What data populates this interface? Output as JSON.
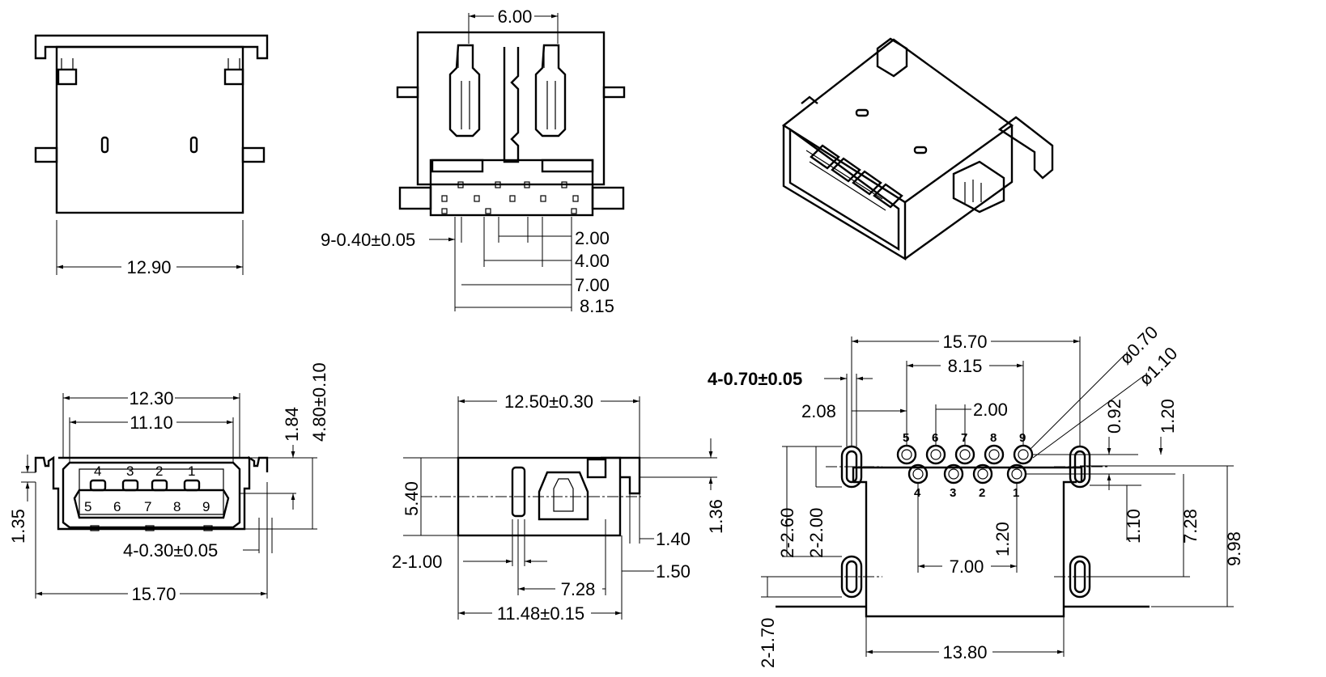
{
  "side_view": {
    "width": "12.90"
  },
  "rear_view": {
    "pin_width": "9-0.40±0.05",
    "top_pitch": "6.00",
    "d1": "2.00",
    "d2": "4.00",
    "d3": "7.00",
    "d4": "8.15"
  },
  "front_view": {
    "opening_outer": "12.30",
    "opening_inner": "11.10",
    "height_a": "1.84",
    "height_b": "4.80±0.10",
    "left_offset": "1.35",
    "contact_width": "4-0.30±0.05",
    "overall_width": "15.70",
    "pins_top": [
      "4",
      "3",
      "2",
      "1"
    ],
    "pins_bottom": [
      "5",
      "6",
      "7",
      "8",
      "9"
    ]
  },
  "top_view": {
    "body_length": "12.50±0.30",
    "height": "5.40",
    "tab_height": "1.36",
    "tab_width": "1.40",
    "slot_width": "2-1.00",
    "post_offset": "7.28",
    "post_to_edge": "1.50",
    "overall": "11.48±0.15"
  },
  "pcb_layout": {
    "overall_width": "15.70",
    "pin_span": "8.15",
    "peg_holes": "4-0.70±0.05",
    "offset_a": "2.08",
    "pitch": "2.00",
    "dia_small": "ø0.70",
    "dia_large": "ø1.10",
    "row_gap": "0.92",
    "v_a": "1.20",
    "slot_a": "2-2.60",
    "slot_b": "2-2.00",
    "v_b": "1.20",
    "v_c": "1.10",
    "v_d": "7.28",
    "v_e": "9.98",
    "pin_row_span": "7.00",
    "slot_c": "2-1.70",
    "bottom_width": "13.80",
    "pins_top": [
      "5",
      "6",
      "7",
      "8",
      "9"
    ],
    "pins_bottom": [
      "4",
      "3",
      "2",
      "1"
    ]
  }
}
